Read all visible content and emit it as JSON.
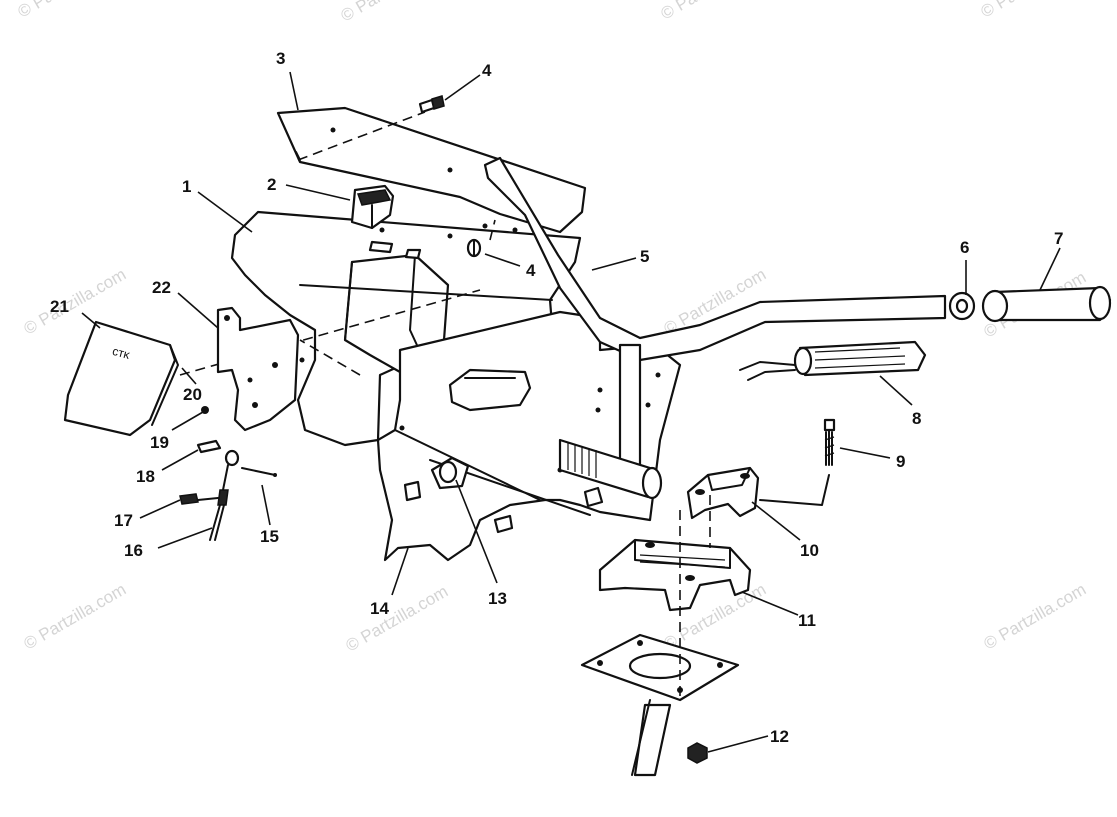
{
  "watermark": {
    "text": "© Partzilla.com",
    "color": "#d4d4d4"
  },
  "callouts": [
    {
      "id": "1",
      "text": "1"
    },
    {
      "id": "2",
      "text": "2"
    },
    {
      "id": "3",
      "text": "3"
    },
    {
      "id": "4a",
      "text": "4"
    },
    {
      "id": "4b",
      "text": "4"
    },
    {
      "id": "5",
      "text": "5"
    },
    {
      "id": "6",
      "text": "6"
    },
    {
      "id": "7",
      "text": "7"
    },
    {
      "id": "8",
      "text": "8"
    },
    {
      "id": "9",
      "text": "9"
    },
    {
      "id": "10",
      "text": "10"
    },
    {
      "id": "11",
      "text": "11"
    },
    {
      "id": "12",
      "text": "12"
    },
    {
      "id": "13",
      "text": "13"
    },
    {
      "id": "14",
      "text": "14"
    },
    {
      "id": "15",
      "text": "15"
    },
    {
      "id": "16",
      "text": "16"
    },
    {
      "id": "17",
      "text": "17"
    },
    {
      "id": "18",
      "text": "18"
    },
    {
      "id": "19",
      "text": "19"
    },
    {
      "id": "20",
      "text": "20"
    },
    {
      "id": "21",
      "text": "21"
    },
    {
      "id": "22",
      "text": "22"
    }
  ]
}
